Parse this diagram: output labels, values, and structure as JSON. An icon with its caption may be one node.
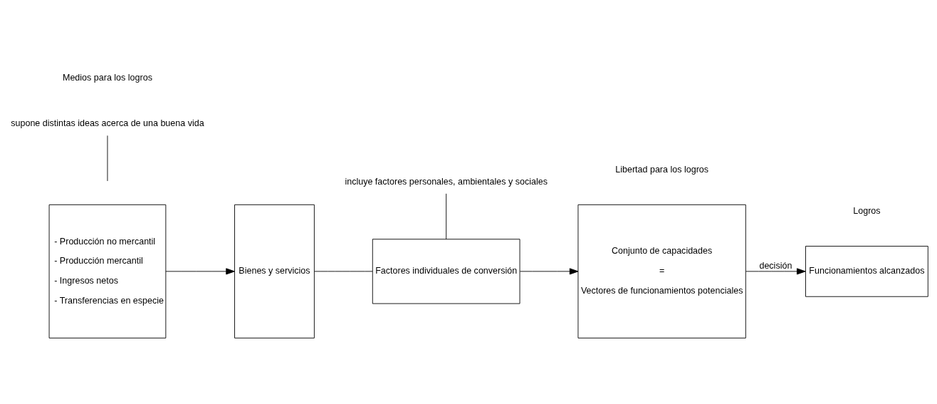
{
  "diagram": {
    "nodes": [
      {
        "text": [
          "- Producción no mercantil",
          "- Producción mercantil",
          "- Ingresos netos",
          "- Transferencias en especie"
        ]
      },
      {
        "text": [
          "Bienes y servicios"
        ]
      },
      {
        "text": [
          "Factores individuales de conversión"
        ]
      },
      {
        "text": [
          "Conjunto de capacidades",
          "=",
          "Vectores de funcionamientos potenciales"
        ]
      },
      {
        "text": [
          "Funcionamientos alcanzados"
        ]
      },
      {
        "text": [
          "incluye factores personales, ambientales y sociales"
        ]
      },
      {
        "text": [
          "supone distintas ideas acerca de una buena vida"
        ]
      }
    ],
    "edges": [
      {
        "from": 0,
        "to": 1,
        "arrow": "to"
      },
      {
        "from": 1,
        "to": 2,
        "arrow": "none"
      },
      {
        "from": 2,
        "to": 3,
        "arrow": "to"
      },
      {
        "from": 3,
        "to": 4,
        "arrow": "to",
        "label": "decisión"
      },
      {
        "from": 5,
        "to": 2,
        "arrow": "none"
      },
      {
        "from": 6,
        "to": null,
        "arrow": "none"
      }
    ],
    "labels": [
      "Medios para los logros",
      "Libertad para los logros",
      "Logros"
    ]
  }
}
